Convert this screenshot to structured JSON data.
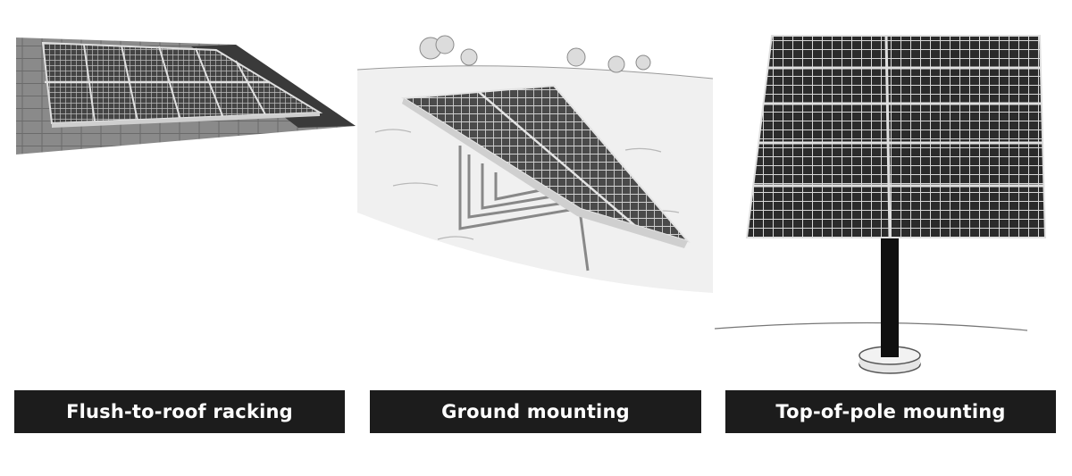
{
  "panels": [
    {
      "id": "roof",
      "caption": "Flush-to-roof racking",
      "icon": "roof-solar-panel-illustration"
    },
    {
      "id": "ground",
      "caption": "Ground mounting",
      "icon": "ground-mount-solar-illustration"
    },
    {
      "id": "pole",
      "caption": "Top-of-pole mounting",
      "icon": "pole-mount-solar-illustration"
    }
  ],
  "colors": {
    "caption_bg": "#1c1c1c",
    "caption_text": "#ffffff",
    "panel_cell": "#2b2b2b",
    "frame": "#d8d8d8",
    "roof": "#555555"
  }
}
